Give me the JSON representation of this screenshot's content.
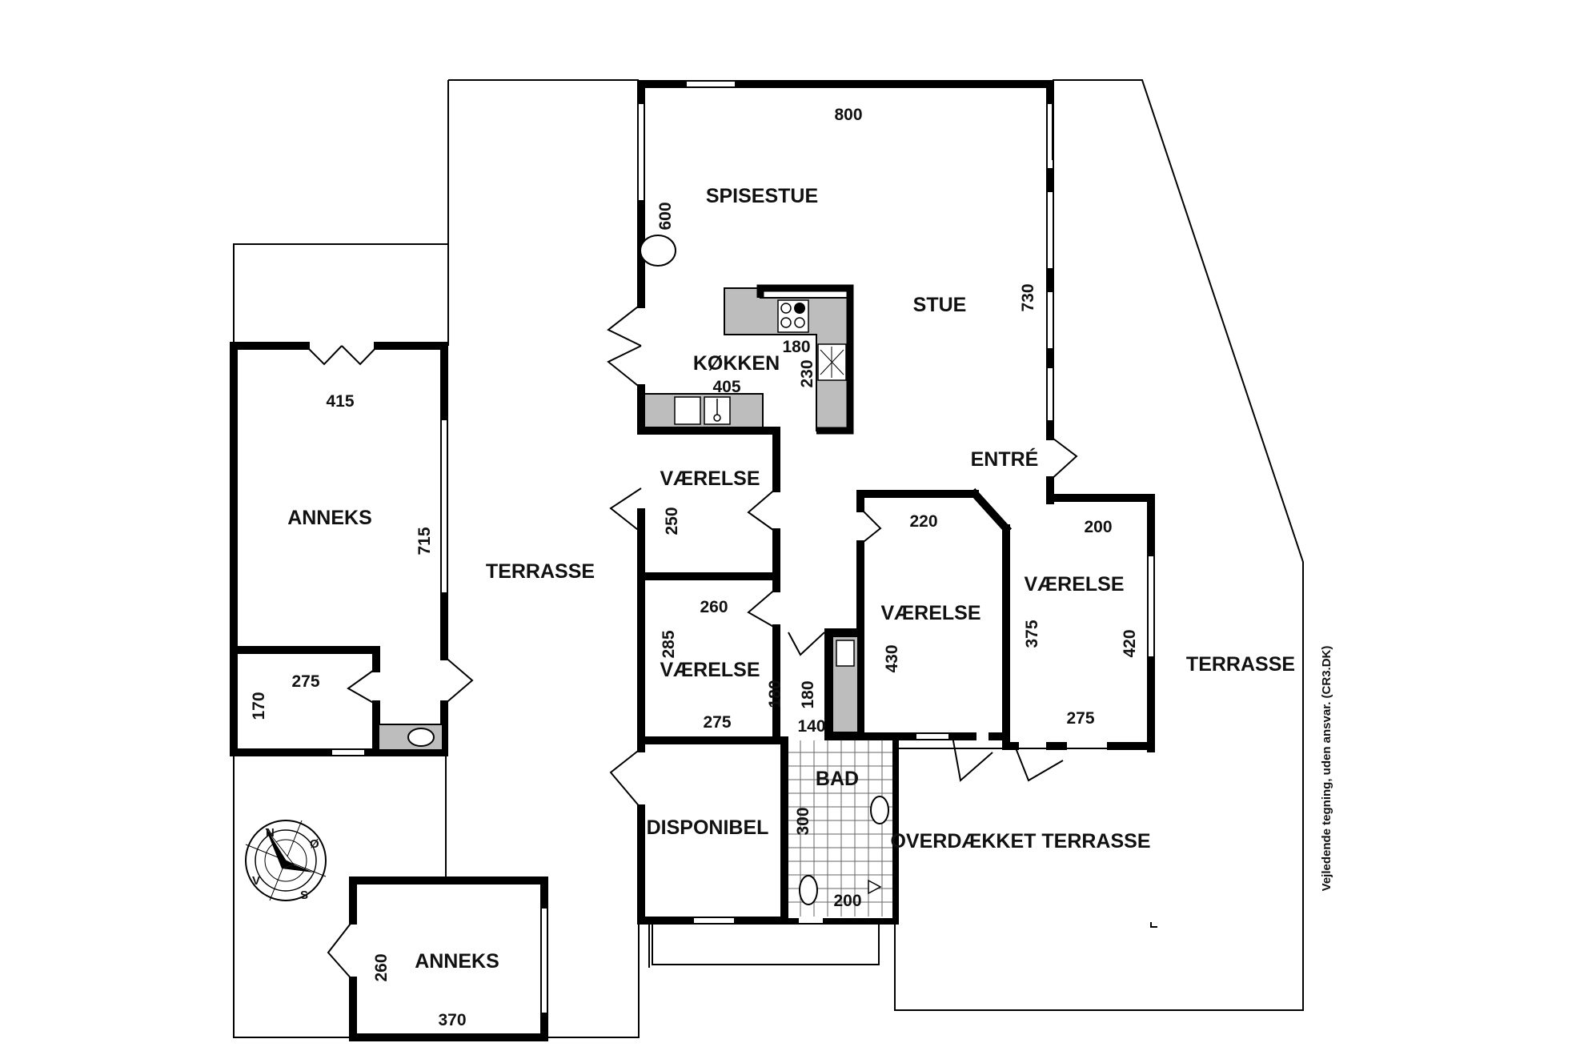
{
  "rooms": {
    "spisestue": "SPISESTUE",
    "stue": "STUE",
    "kokken": "KØKKEN",
    "entre": "ENTRÉ",
    "vaerelse1": "VÆRELSE",
    "vaerelse2": "VÆRELSE",
    "vaerelse3": "VÆRELSE",
    "vaerelse4": "VÆRELSE",
    "disponibel": "DISPONIBEL",
    "bad": "BAD",
    "anneks1": "ANNEKS",
    "anneks2": "ANNEKS",
    "terrasse_west": "TERRASSE",
    "terrasse_east": "TERRASSE",
    "overdaekket": "OVERDÆKKET TERRASSE"
  },
  "dimensions": {
    "d800": "800",
    "d600": "600",
    "d730": "730",
    "d180_kitchen": "180",
    "d230": "230",
    "d405": "405",
    "d415": "415",
    "d715": "715",
    "d250": "250",
    "d260_v": "260",
    "d285": "285",
    "d275_v": "275",
    "d180_v": "180",
    "d180_hall": "180",
    "d140": "140",
    "d220": "220",
    "d430": "430",
    "d200_v": "200",
    "d375": "375",
    "d420": "420",
    "d275_v2": "275",
    "d275_annex": "275",
    "d170": "170",
    "d300": "300",
    "d200_bad": "200",
    "d260_annex": "260",
    "d370": "370"
  },
  "compass": {
    "n": "N",
    "o": "Ø",
    "s": "S",
    "v": "V"
  },
  "disclaimer": "Vejledende tegning, uden ansvar. (CR3.DK)",
  "colors": {
    "wall": "#000000",
    "fixture": "#bdbdbd",
    "background": "#ffffff"
  }
}
